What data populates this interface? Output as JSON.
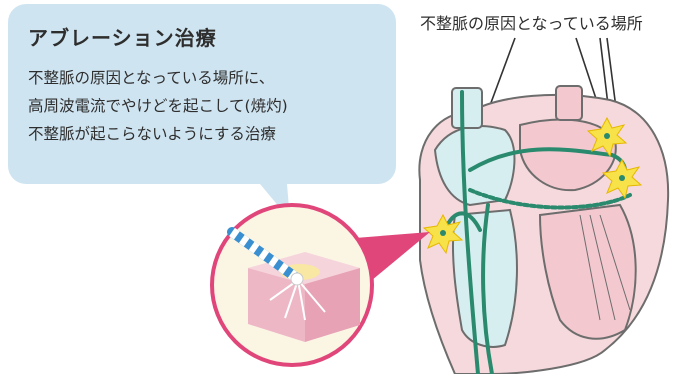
{
  "bubble": {
    "title": "アブレーション治療",
    "lines": [
      "不整脈の原因となっている場所に、",
      "高周波電流でやけどを起こして(焼灼)",
      "不整脈が起こらないようにする治療"
    ]
  },
  "heart_label": "不整脈の原因となっている場所",
  "colors": {
    "bubble_bg": "#cfe4f1",
    "heart_outline": "#6d6d6d",
    "heart_wall": "#f6d9dc",
    "chamber_blue": "#d7eef1",
    "conduction": "#2a8a6e",
    "spark": "#f7e24a",
    "magnifier_ring": "#e0467a"
  },
  "icons": [
    "spark-icon",
    "catheter-icon",
    "tissue-block-icon"
  ]
}
